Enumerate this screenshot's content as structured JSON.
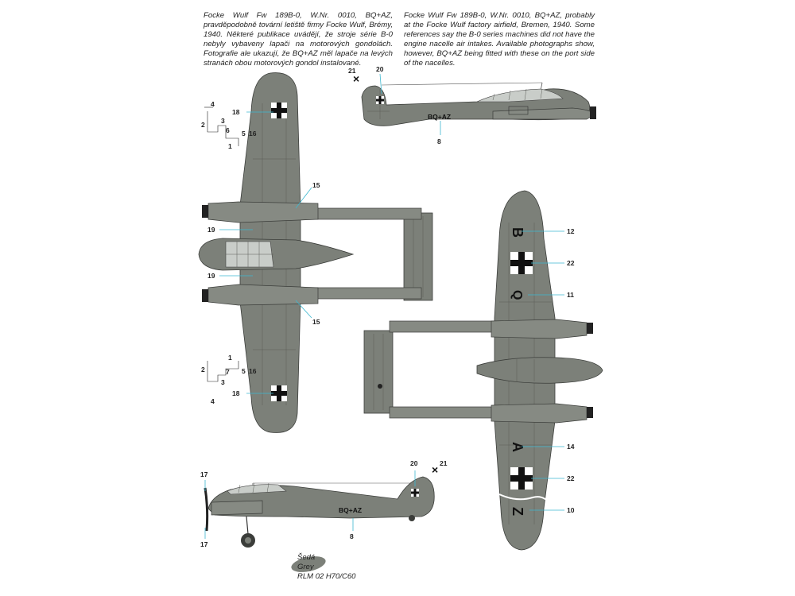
{
  "caption": {
    "czech": "Focke Wulf Fw 189B-0, W.Nr. 0010, BQ+AZ, pravděpodobně tovární letiště firmy Focke Wulf, Brémy, 1940. Některé publikace uvádějí, že stroje série B-0 nebyly vybaveny lapači na motorových gondolách. Fotografie ale ukazují, že BQ+AZ měl lapače na levých stranách obou motorových gondol instalované.",
    "english": "Focke Wulf Fw 189B-0, W.Nr. 0010, BQ+AZ, probably at the Focke Wulf factory airfield, Bremen, 1940. Some references say the B-0 series machines did not have the engine nacelle air intakes. Available photographs show, however, BQ+AZ being fitted with these on the port side of the nacelles."
  },
  "registration": "BQ+AZ",
  "underside_letters": [
    "B",
    "Q",
    "A",
    "Z"
  ],
  "callouts": {
    "n1": "1",
    "n3": "3",
    "n4": "4",
    "n5": "5",
    "n6": "6",
    "n7": "7",
    "n8": "8",
    "n10": "10",
    "n11": "11",
    "n12": "12",
    "n14": "14",
    "n15": "15",
    "n16": "16",
    "n17": "17",
    "n18": "18",
    "n19": "19",
    "n20": "20",
    "n21": "21",
    "n22": "22"
  },
  "cross_mark": "×",
  "legend": {
    "line1": "Šedá",
    "line2": "Grey",
    "line3": "RLM 02  H70/C60",
    "swatch_color": "#7c8079"
  }
}
